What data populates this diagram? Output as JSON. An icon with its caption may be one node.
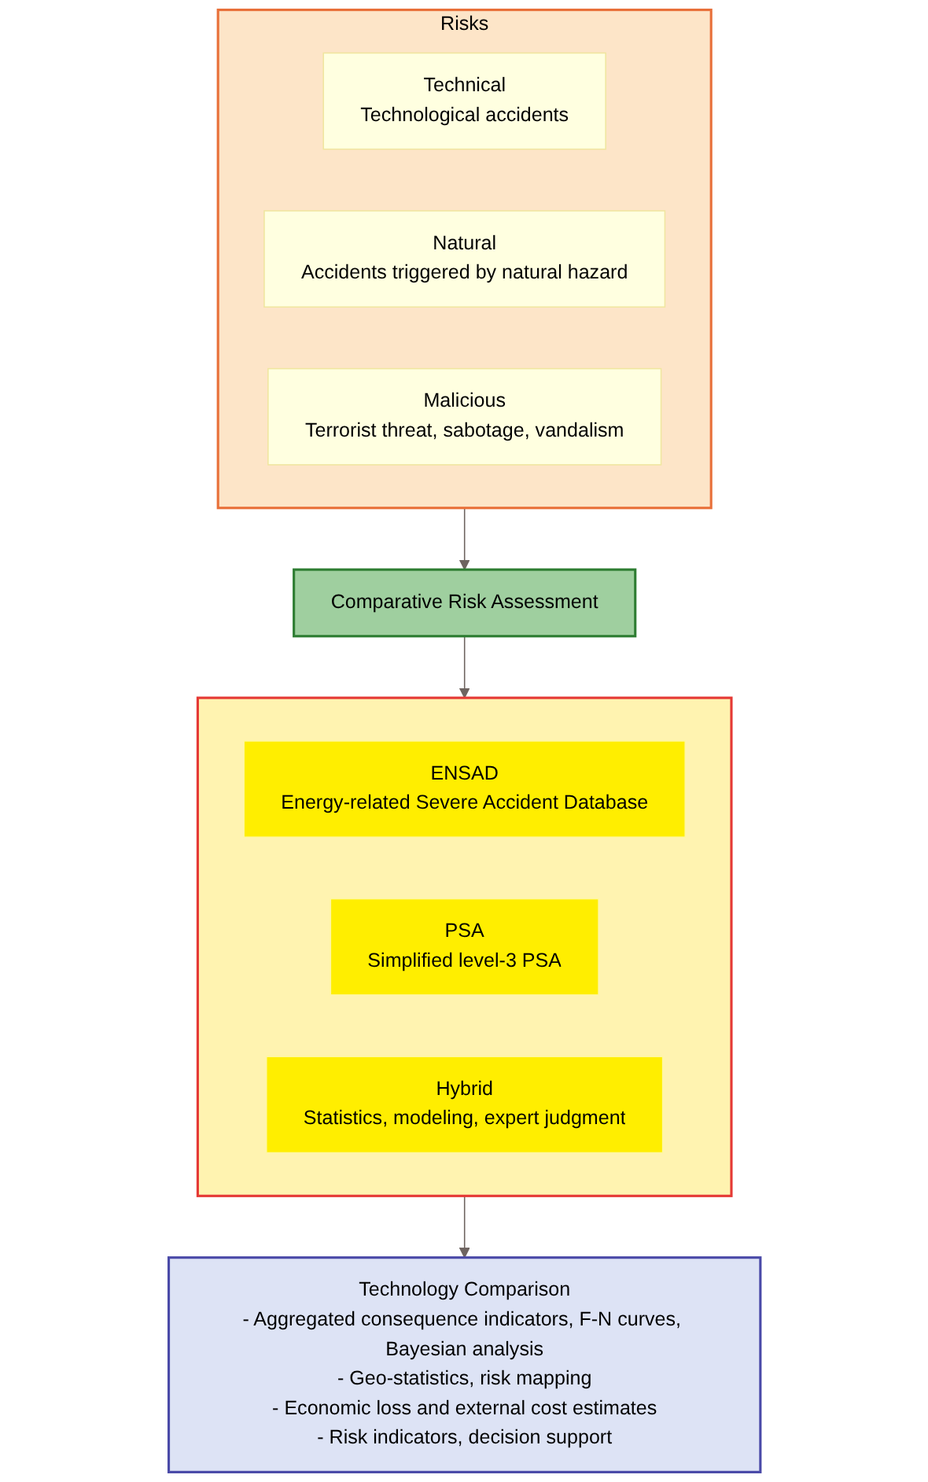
{
  "diagram": {
    "nodes": [
      {
        "text": [
          "Risks"
        ]
      },
      {
        "text": [
          "Technical",
          "Technological accidents"
        ],
        "in": 0
      },
      {
        "text": [
          "Natural",
          "Accidents triggered by natural hazard"
        ],
        "in": 0
      },
      {
        "text": [
          "Malicious",
          "Terrorist threat, sabotage, vandalism"
        ],
        "in": 0
      },
      {
        "text": [
          "Comparative Risk Assessment"
        ]
      },
      {
        "text": [],
        "shape": "box"
      },
      {
        "text": [
          "ENSAD",
          "Energy-related Severe Accident Database"
        ],
        "in": 5
      },
      {
        "text": [
          "PSA",
          "Simplified level-3 PSA"
        ],
        "in": 5
      },
      {
        "text": [
          "Hybrid",
          "Statistics, modeling, expert judgment"
        ],
        "in": 5
      },
      {
        "text": [
          "Technology Comparison",
          "- Aggregated consequence indicators, F-N curves, Bayesian analysis",
          "- Geo-statistics, risk mapping",
          "- Economic loss and external cost estimates",
          "- Risk indicators, decision support"
        ]
      }
    ],
    "edges": [
      {
        "from": 0,
        "to": 4,
        "arrow": "to"
      },
      {
        "from": 4,
        "to": 5,
        "arrow": "to"
      },
      {
        "from": 5,
        "to": 9,
        "arrow": "to"
      }
    ]
  }
}
